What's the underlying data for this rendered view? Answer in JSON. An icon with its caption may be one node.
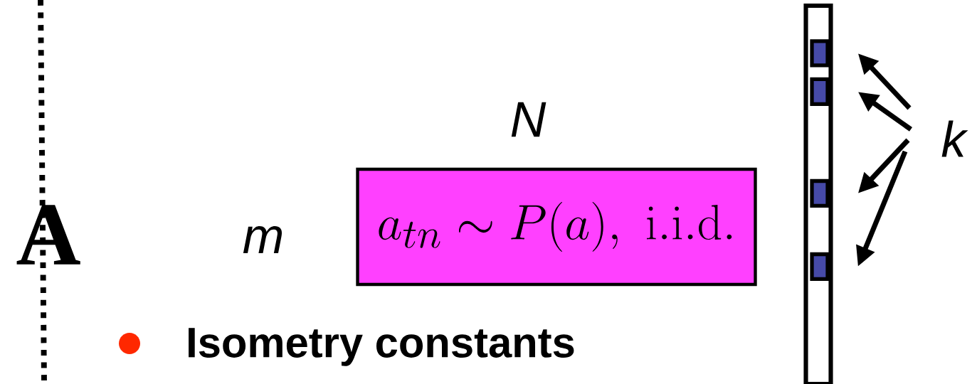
{
  "diagram": {
    "nodes": [
      {
        "text": [
          "a_{tn} \\sim P(a),\\ \\mathrm{i.i.d.}"
        ]
      },
      {
        "text": [],
        "shape": "bar"
      },
      {
        "text": [],
        "shape": "box",
        "in": 1
      },
      {
        "text": [],
        "shape": "box",
        "in": 1
      },
      {
        "text": [],
        "shape": "box",
        "in": 1
      },
      {
        "text": [],
        "shape": "box",
        "in": 1
      },
      {
        "text": [
          "k"
        ]
      }
    ],
    "edges": [
      {
        "from": 6,
        "to": 2,
        "arrow": "to"
      },
      {
        "from": 6,
        "to": 3,
        "arrow": "to"
      },
      {
        "from": 6,
        "to": 4,
        "arrow": "to"
      },
      {
        "from": 6,
        "to": 5,
        "arrow": "to"
      }
    ],
    "labels": [
      "N",
      "A",
      "m",
      "Isometry constants"
    ]
  }
}
